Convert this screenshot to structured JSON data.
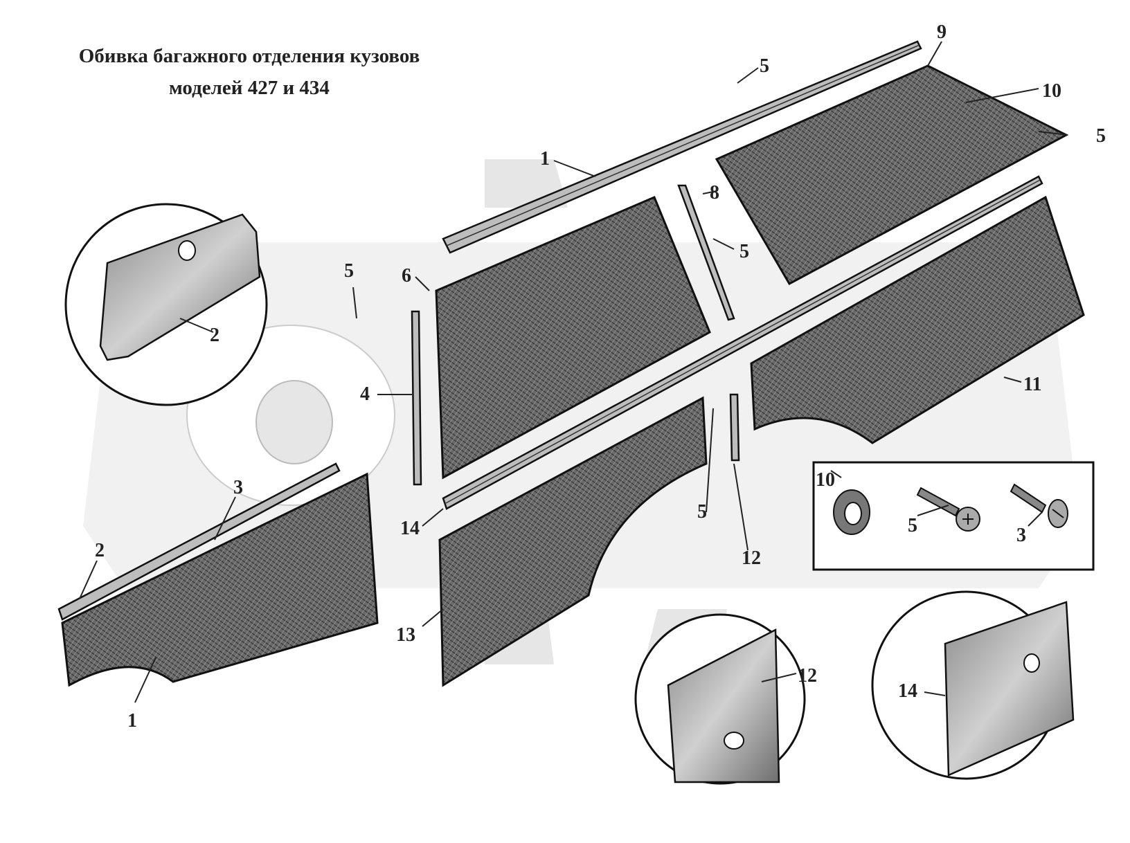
{
  "title": {
    "line1": "Обивка багажного отделения кузовов",
    "line2": "моделей 427 и 434"
  },
  "callouts": [
    {
      "id": "c1-top",
      "text": "1"
    },
    {
      "id": "c5-top",
      "text": "5"
    },
    {
      "id": "c9",
      "text": "9"
    },
    {
      "id": "c10-top",
      "text": "10"
    },
    {
      "id": "c5-right",
      "text": "5"
    },
    {
      "id": "c8",
      "text": "8"
    },
    {
      "id": "c5-mid",
      "text": "5"
    },
    {
      "id": "c5-left",
      "text": "5"
    },
    {
      "id": "c6",
      "text": "6"
    },
    {
      "id": "c2-detail",
      "text": "2"
    },
    {
      "id": "c4",
      "text": "4"
    },
    {
      "id": "c11",
      "text": "11"
    },
    {
      "id": "c14-mid",
      "text": "14"
    },
    {
      "id": "c5-low",
      "text": "5"
    },
    {
      "id": "c12-mid",
      "text": "12"
    },
    {
      "id": "c3-left",
      "text": "3"
    },
    {
      "id": "c2-left",
      "text": "2"
    },
    {
      "id": "c1-bottom",
      "text": "1"
    },
    {
      "id": "c13",
      "text": "13"
    },
    {
      "id": "c12-detail",
      "text": "12"
    },
    {
      "id": "c14-detail",
      "text": "14"
    },
    {
      "id": "c10-box",
      "text": "10"
    },
    {
      "id": "c5-box",
      "text": "5"
    },
    {
      "id": "c3-box",
      "text": "3"
    }
  ]
}
